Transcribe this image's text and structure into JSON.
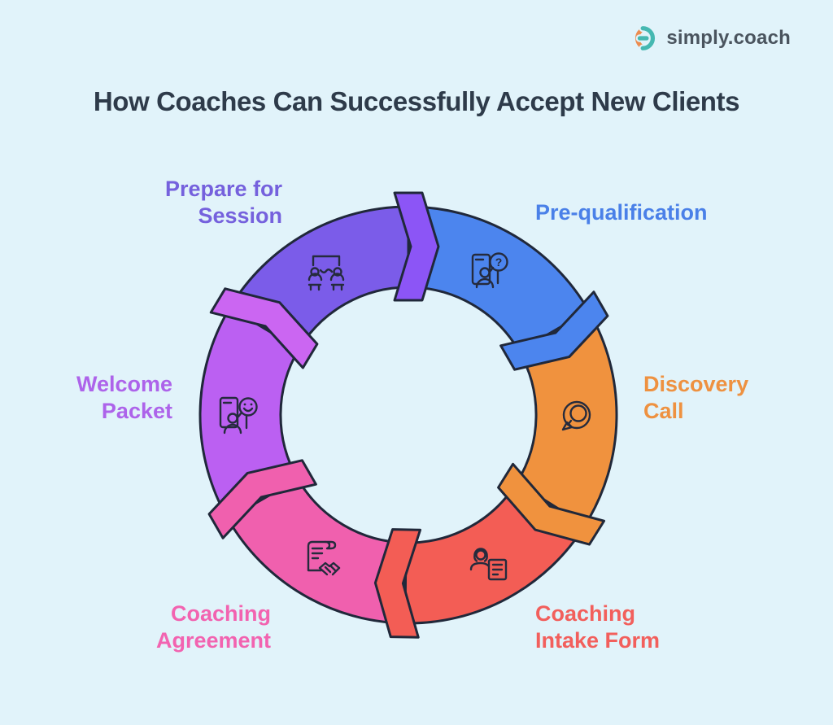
{
  "page": {
    "background": "#e1f3fa"
  },
  "logo": {
    "text": "simply.coach",
    "text_color": "#4a545e",
    "icon_orange": "#ec8c50",
    "icon_teal": "#45b8b1"
  },
  "title": {
    "text": "How Coaches Can Successfully Accept New Clients",
    "color": "#2e3b4a"
  },
  "diagram": {
    "type": "cycle",
    "direction": "clockwise",
    "outline_color": "#20283a",
    "icon_stroke": "#252b3d",
    "question_mark": "?",
    "steps": [
      {
        "label": "Pre-qualification",
        "position": "top-right",
        "color": "#4c85ee",
        "label_color": "#4a80e8",
        "chevron_color": "#4c85ee",
        "icon": "prequalification-icon"
      },
      {
        "label": "Discovery Call",
        "position": "right",
        "color": "#f0923e",
        "label_color": "#ee9140",
        "chevron_color": "#f0923e",
        "icon": "discovery-call-icon"
      },
      {
        "label": "Coaching Intake Form",
        "position": "bottom-right",
        "color": "#f35d55",
        "label_color": "#f25f5c",
        "chevron_color": "#f35d55",
        "icon": "intake-form-icon"
      },
      {
        "label": "Coaching Agreement",
        "position": "bottom-left",
        "color": "#f060ae",
        "label_color": "#f263b0",
        "chevron_color": "#f060ae",
        "icon": "agreement-icon"
      },
      {
        "label": "Welcome Packet",
        "position": "left",
        "color": "#bb60f2",
        "label_color": "#ad63ea",
        "chevron_color": "#cb66f2",
        "icon": "welcome-packet-icon"
      },
      {
        "label": "Prepare for Session",
        "position": "top-left",
        "color": "#7b5ce9",
        "label_color": "#7561dd",
        "chevron_color": "#8c55f6",
        "icon": "prepare-session-icon"
      }
    ]
  }
}
